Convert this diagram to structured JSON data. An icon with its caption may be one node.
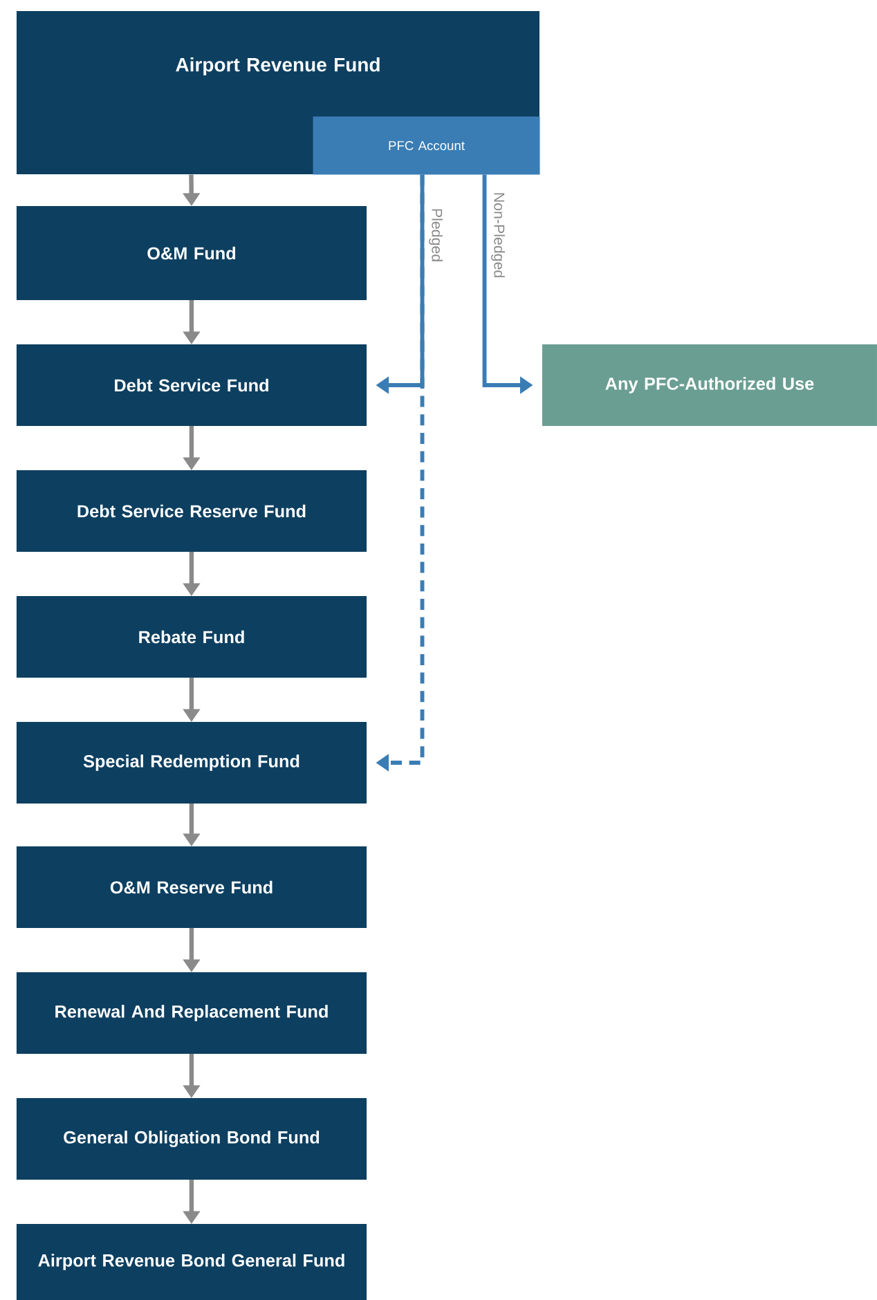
{
  "diagram": {
    "nodes": [
      {
        "text": [
          "Airport Revenue Fund"
        ]
      },
      {
        "text": [
          "PFC Account"
        ],
        "in": 0
      },
      {
        "text": [
          "O&M Fund"
        ]
      },
      {
        "text": [
          "Debt Service Fund"
        ]
      },
      {
        "text": [
          "Debt Service Reserve Fund"
        ]
      },
      {
        "text": [
          "Rebate Fund"
        ]
      },
      {
        "text": [
          "Special Redemption Fund"
        ]
      },
      {
        "text": [
          "O&M Reserve Fund"
        ]
      },
      {
        "text": [
          "Renewal And Replacement Fund"
        ]
      },
      {
        "text": [
          "General Obligation Bond Fund"
        ]
      },
      {
        "text": [
          "Airport Revenue Bond General Fund"
        ]
      },
      {
        "text": [
          "Any PFC-Authorized Use"
        ]
      }
    ],
    "edges": [
      {
        "from": 0,
        "to": 2,
        "arrow": "to"
      },
      {
        "from": 2,
        "to": 3,
        "arrow": "to"
      },
      {
        "from": 3,
        "to": 4,
        "arrow": "to"
      },
      {
        "from": 4,
        "to": 5,
        "arrow": "to"
      },
      {
        "from": 5,
        "to": 6,
        "arrow": "to"
      },
      {
        "from": 6,
        "to": 7,
        "arrow": "to"
      },
      {
        "from": 7,
        "to": 8,
        "arrow": "to"
      },
      {
        "from": 8,
        "to": 9,
        "arrow": "to"
      },
      {
        "from": 9,
        "to": 10,
        "arrow": "to"
      },
      {
        "from": 1,
        "to": 3,
        "arrow": "to",
        "label": "Pledged",
        "color": "#3a7db5"
      },
      {
        "from": 1,
        "to": 11,
        "arrow": "to",
        "label": "Non-Pledged",
        "color": "#3a7db5"
      },
      {
        "from": 1,
        "to": 6,
        "arrow": "to",
        "style": "dashed",
        "color": "#3a7db5"
      }
    ]
  }
}
